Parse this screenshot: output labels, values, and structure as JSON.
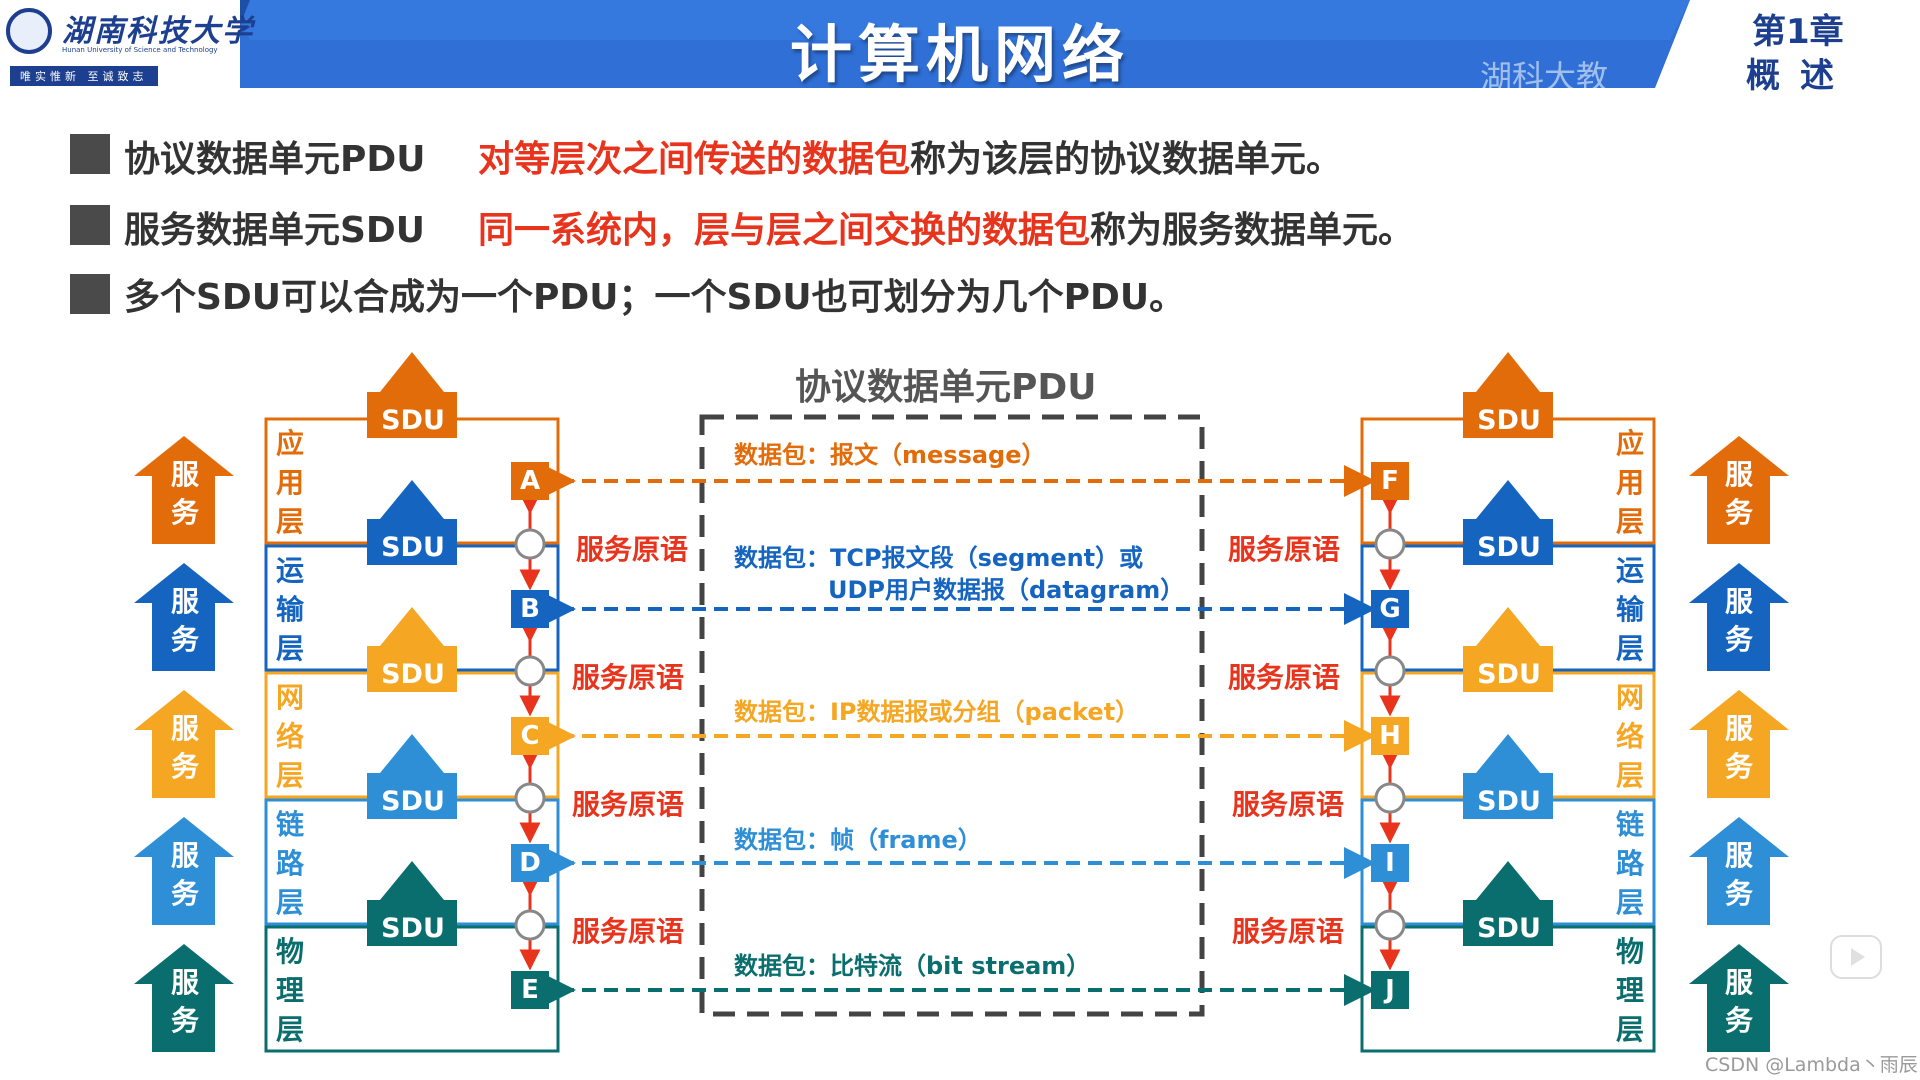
{
  "header": {
    "school_name": "湖南科技大学",
    "school_english": "Hunan University of Science and Technology",
    "school_motto": "唯实惟新 至诚致志",
    "title": "计算机网络",
    "watermark": "湖科大教",
    "chapter_number": "第1章",
    "chapter_name": "概述"
  },
  "bullets": [
    {
      "term": "协议数据单元PDU",
      "highlight": "对等层次之间传送的数据包",
      "rest": "称为该层的协议数据单元。"
    },
    {
      "term": "服务数据单元SDU",
      "highlight": "同一系统内，层与层之间交换的数据包",
      "rest": "称为服务数据单元。"
    },
    {
      "term": "",
      "highlight": "",
      "rest": "多个SDU可以合成为一个PDU；一个SDU也可划分为几个PDU。"
    }
  ],
  "diagram": {
    "pdu_title": "协议数据单元PDU",
    "sdu_label": "SDU",
    "service_label": "服务",
    "primitive_label": "服务原语",
    "layers": [
      {
        "name": "应用层",
        "chars": [
          "应",
          "用",
          "层"
        ],
        "color": "#e36c0a",
        "left_node": "A",
        "right_node": "F",
        "packet": "数据包：报文（message）"
      },
      {
        "name": "运输层",
        "chars": [
          "运",
          "输",
          "层"
        ],
        "color": "#1565c0",
        "left_node": "B",
        "right_node": "G",
        "packet": "数据包：TCP报文段（segment）或",
        "packet2": "UDP用户数据报（datagram）"
      },
      {
        "name": "网络层",
        "chars": [
          "网",
          "络",
          "层"
        ],
        "color": "#f5a623",
        "left_node": "C",
        "right_node": "H",
        "packet": "数据包：IP数据报或分组（packet）"
      },
      {
        "name": "链路层",
        "chars": [
          "链",
          "路",
          "层"
        ],
        "color": "#2e8fd6",
        "left_node": "D",
        "right_node": "I",
        "packet": "数据包：帧（frame）"
      },
      {
        "name": "物理层",
        "chars": [
          "物",
          "理",
          "层"
        ],
        "color": "#0b6e6e",
        "left_node": "E",
        "right_node": "J",
        "packet": "数据包：比特流（bit stream）"
      }
    ]
  },
  "footer": {
    "credit": "CSDN @Lambda丶雨辰"
  }
}
